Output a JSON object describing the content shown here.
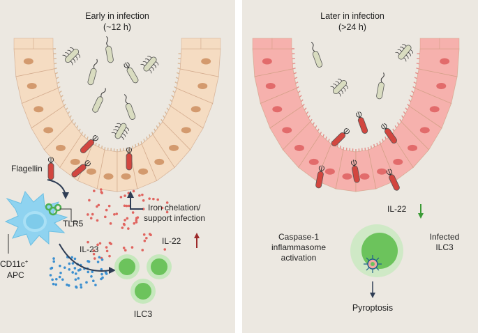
{
  "panels": {
    "early": {
      "title_line1": "Early in infection",
      "title_line2": "(~12 h)",
      "labels": {
        "flagellin": "Flagellin",
        "tlr5": "TLR5",
        "il23": "IL-23",
        "iron_line1": "Iron chelation/",
        "iron_line2": "support infection",
        "il22": "IL-22",
        "cd11c": "CD11c",
        "cd11c_sup": "+",
        "apc": "APC",
        "ilc3": "ILC3"
      }
    },
    "late": {
      "title_line1": "Later in infection",
      "title_line2": "(>24 h)",
      "labels": {
        "il22": "IL-22",
        "caspase_line1": "Caspase-1",
        "caspase_line2": "inflammasome",
        "caspase_line3": "activation",
        "infected_line1": "Infected",
        "infected_line2": "ILC3",
        "pyroptosis": "Pyroptosis"
      }
    }
  },
  "colors": {
    "panel_bg": "#ece8e1",
    "epithelium_early": "#f5dcc2",
    "nucleus_early": "#d39a6e",
    "epithelium_late": "#f6b1ad",
    "nucleus_late": "#e26b6b",
    "bacteria_commensal": "#d9dcc0",
    "bacteria_pathogen": "#d2463f",
    "apc": "#8fd3f0",
    "ilc3": "#6cc35c",
    "il22_dots": "#e0645f",
    "il23_dots": "#3b8fd0",
    "arrow_dark": "#2f3d54",
    "arrow_up": "#9c2a2a",
    "arrow_down": "#3a9a35"
  }
}
